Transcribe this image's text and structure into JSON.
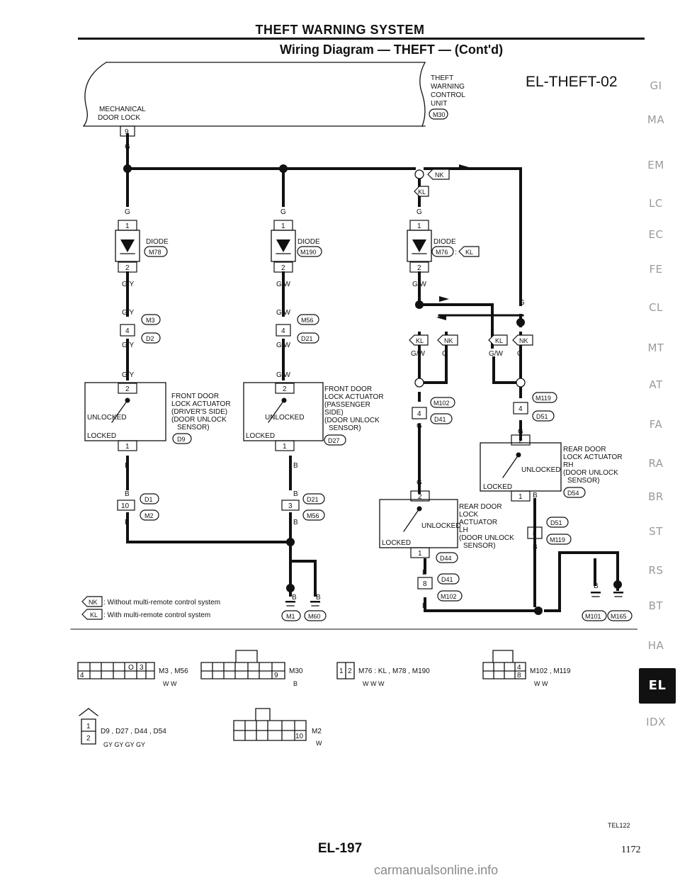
{
  "header": {
    "title": "THEFT WARNING SYSTEM",
    "subtitle": "Wiring Diagram — THEFT — (Cont'd)",
    "code": "EL-THEFT-02"
  },
  "side_tabs": [
    "GI",
    "MA",
    "EM",
    "LC",
    "EC",
    "FE",
    "CL",
    "MT",
    "AT",
    "FA",
    "RA",
    "BR",
    "ST",
    "RS",
    "BT",
    "HA",
    "EL",
    "IDX"
  ],
  "active_tab": "EL",
  "units": {
    "mechanical_door_lock": [
      "MECHANICAL",
      "DOOR LOCK"
    ],
    "twcu": [
      "THEFT",
      "WARNING",
      "CONTROL",
      "UNIT"
    ],
    "twcu_conn": "M30"
  },
  "pins": {
    "p1": "1",
    "p2": "2",
    "p3": "3",
    "p4": "4",
    "p8": "8",
    "p9": "9",
    "p10": "10"
  },
  "wires": {
    "g": "G",
    "gy": "G/Y",
    "gw": "G/W",
    "b": "B"
  },
  "diode": "DIODE",
  "conn": {
    "M78": "M78",
    "M190": "M190",
    "M76": "M76",
    "KL": "KL",
    "NK": "NK",
    "M3": "M3",
    "D2": "D2",
    "M56": "M56",
    "D21": "D21",
    "D9": "D9",
    "D27": "D27",
    "D1": "D1",
    "M2": "M2",
    "M102": "M102",
    "D41": "D41",
    "M119": "M119",
    "D51": "D51",
    "D54": "D54",
    "D44": "D44",
    "M1": "M1",
    "M60": "M60",
    "M101": "M101",
    "M165": "M165"
  },
  "switch": {
    "unlocked": "UNLOCKED",
    "locked": "LOCKED"
  },
  "actuators": {
    "driver": [
      "FRONT DOOR",
      "LOCK ACTUATOR",
      "(DRIVER'S SIDE)",
      "(DOOR UNLOCK",
      "SENSOR)"
    ],
    "passenger": [
      "FRONT DOOR",
      "LOCK ACTUATOR",
      "(PASSENGER",
      "SIDE)",
      "(DOOR UNLOCK",
      "SENSOR)"
    ],
    "rear_rh": [
      "REAR DOOR",
      "LOCK ACTUATOR",
      "RH",
      "(DOOR UNLOCK",
      "SENSOR)"
    ],
    "rear_lh": [
      "REAR DOOR",
      "LOCK",
      "ACTUATOR",
      "LH",
      "(DOOR UNLOCK",
      "SENSOR)"
    ]
  },
  "legend": [
    {
      "code": "NK",
      "text": ": Without multi-remote control system"
    },
    {
      "code": "KL",
      "text": ": With multi-remote control system"
    }
  ],
  "connector_views": {
    "a": {
      "codes": "M3 , M56",
      "colors": "W     W",
      "cells": [
        "O",
        "3",
        "4"
      ]
    },
    "b": {
      "codes": "M30",
      "colors": "B",
      "cells": [
        "9"
      ]
    },
    "c": {
      "codes": "M76 : KL , M78 , M190",
      "colors": "W          W     W",
      "cells": [
        "1",
        "2"
      ]
    },
    "d": {
      "codes": "M102 , M119",
      "colors": "W     W",
      "cells": [
        "4",
        "8"
      ]
    },
    "e": {
      "codes": "D9 , D27 , D44 , D54",
      "colors": "GY    GY    GY    GY",
      "cells": [
        "1",
        "2"
      ]
    },
    "f": {
      "codes": "M2",
      "colors": "W",
      "cells": [
        "10"
      ]
    }
  },
  "footer": {
    "ref": "TEL122",
    "page": "EL-197",
    "num": "1172",
    "watermark": "carmanualsonline.info"
  }
}
